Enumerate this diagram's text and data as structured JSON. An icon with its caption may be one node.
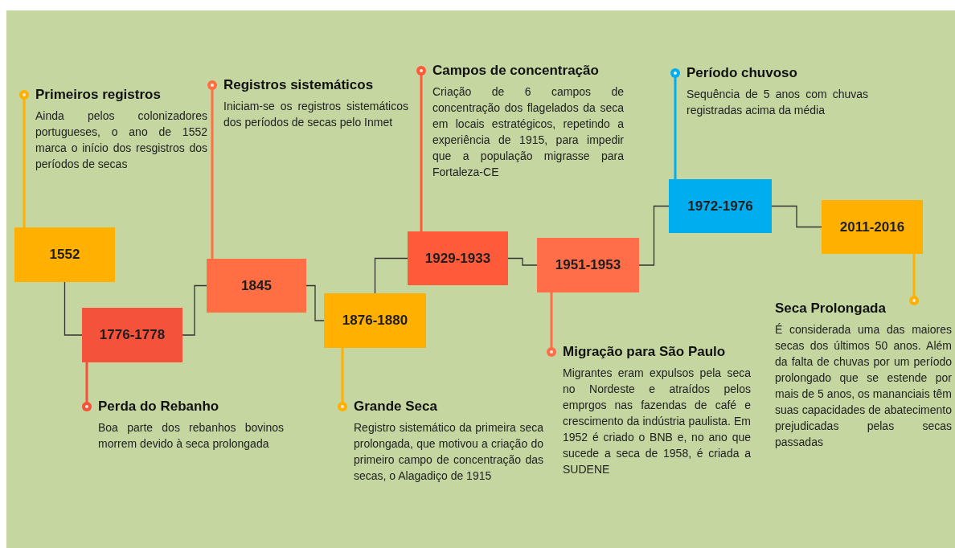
{
  "diagram": {
    "nodes": [
      {
        "text": [
          "1552"
        ]
      },
      {
        "text": [
          "Primeiros registros",
          "Ainda pelos colonizadores portugueses, o ano de 1552 marca o início dos resgistros dos períodos de secas"
        ]
      },
      {
        "text": [
          "1776-1778"
        ]
      },
      {
        "text": [
          "Perda do Rebanho",
          "Boa parte dos rebanhos bovinos morrem devido à seca prolongada"
        ]
      },
      {
        "text": [
          "1845"
        ]
      },
      {
        "text": [
          "Registros sistemáticos",
          "Iniciam-se os registros sistemáticos dos períodos de secas pelo Inmet"
        ]
      },
      {
        "text": [
          "1876-1880"
        ]
      },
      {
        "text": [
          "Grande Seca",
          "Registro sistemático da primeira seca prolongada, que motivou a criação do primeiro campo de concentração das secas, o Alagadiço de 1915"
        ]
      },
      {
        "text": [
          "1929-1933"
        ]
      },
      {
        "text": [
          "Campos de concentração",
          "Criação de 6 campos de concentração dos flagelados da seca em locais estratégicos, repetindo a experiência de 1915, para impedir que a população migrasse para Fortaleza-CE"
        ]
      },
      {
        "text": [
          "1951-1953"
        ]
      },
      {
        "text": [
          "Migração para São Paulo",
          "Migrantes eram expulsos pela seca no Nordeste e atraídos pelos emprgos nas fazendas de café e crescimento da indústria paulista. Em 1952 é criado o BNB e, no ano que sucede a seca de 1958, é criada a SUDENE"
        ]
      },
      {
        "text": [
          "1972-1976"
        ]
      },
      {
        "text": [
          "Período chuvoso",
          "Sequência de 5 anos com chuvas registradas acima da média"
        ]
      },
      {
        "text": [
          "2011-2016"
        ]
      },
      {
        "text": [
          "Seca Prolongada",
          "É considerada uma das maiores secas dos últimos 50 anos. Além da falta de chuvas por um período prolongado que se estende por mais de 5 anos, os mananciais têm suas capacidades de abatecimento prejudicadas pelas secas passadas"
        ]
      }
    ],
    "edges": [
      {
        "from": 0,
        "to": 2,
        "arrow": "none",
        "color": "#333333"
      },
      {
        "from": 2,
        "to": 4,
        "arrow": "none",
        "color": "#333333"
      },
      {
        "from": 4,
        "to": 6,
        "arrow": "none",
        "color": "#333333"
      },
      {
        "from": 6,
        "to": 8,
        "arrow": "none",
        "color": "#333333"
      },
      {
        "from": 8,
        "to": 10,
        "arrow": "none",
        "color": "#333333"
      },
      {
        "from": 10,
        "to": 12,
        "arrow": "none",
        "color": "#333333"
      },
      {
        "from": 12,
        "to": 14,
        "arrow": "none",
        "color": "#333333"
      },
      {
        "from": 0,
        "to": 1,
        "arrow": "other",
        "color": "#ffb000"
      },
      {
        "from": 2,
        "to": 3,
        "arrow": "other",
        "color": "#f4523b"
      },
      {
        "from": 4,
        "to": 5,
        "arrow": "other",
        "color": "#ff6f43"
      },
      {
        "from": 6,
        "to": 7,
        "arrow": "other",
        "color": "#ffb000"
      },
      {
        "from": 8,
        "to": 9,
        "arrow": "other",
        "color": "#ff5a3a"
      },
      {
        "from": 10,
        "to": 11,
        "arrow": "other",
        "color": "#ff6e48"
      },
      {
        "from": 12,
        "to": 13,
        "arrow": "other",
        "color": "#00aeef"
      },
      {
        "from": 14,
        "to": 15,
        "arrow": "other",
        "color": "#ffb000"
      }
    ]
  }
}
